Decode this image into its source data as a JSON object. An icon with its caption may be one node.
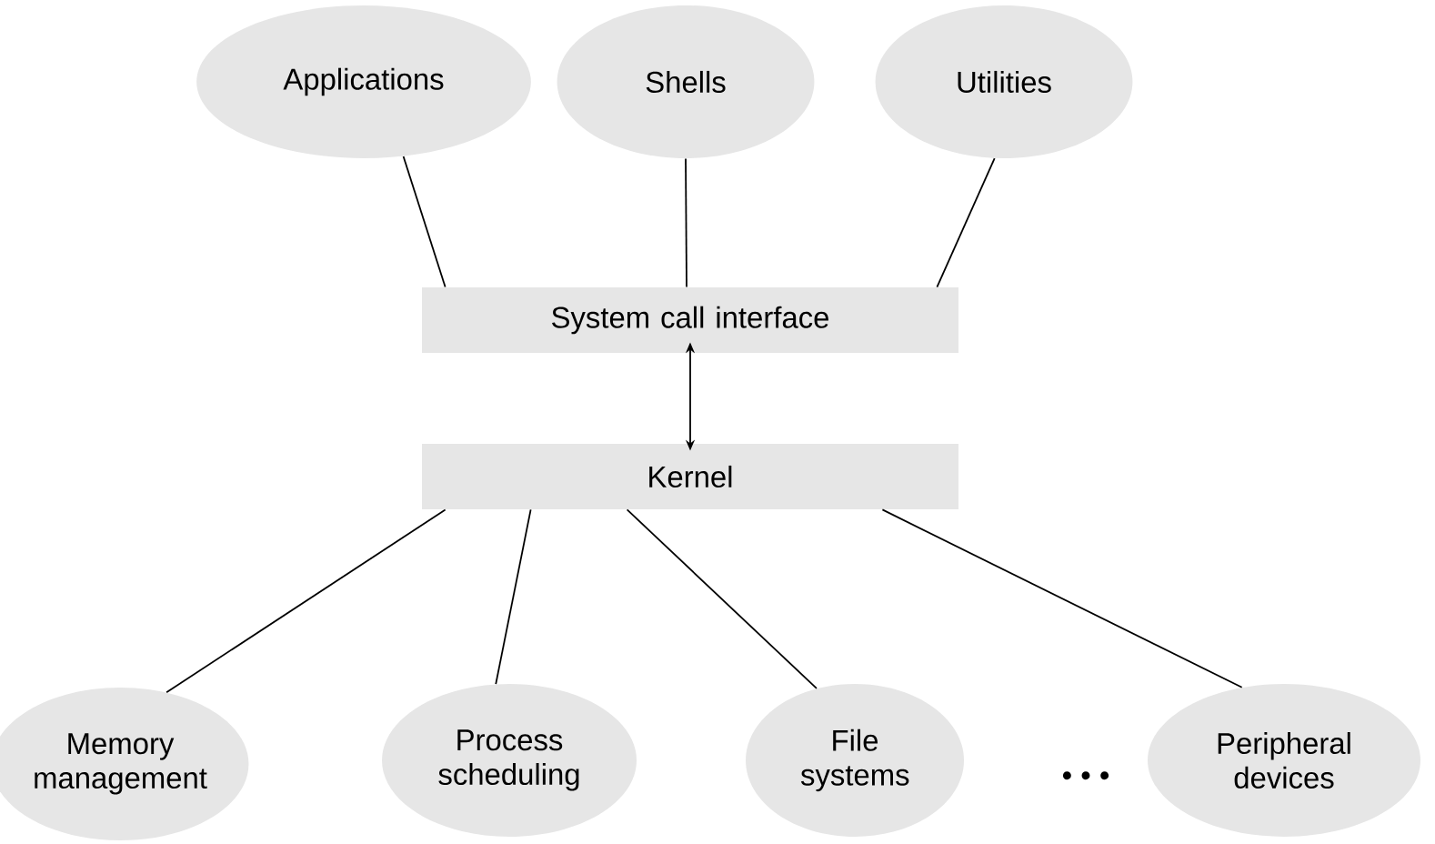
{
  "diagram": {
    "nodes": [
      {
        "text": [
          "Applications"
        ]
      },
      {
        "text": [
          "Shells"
        ]
      },
      {
        "text": [
          "Utilities"
        ]
      },
      {
        "text": [
          "System call interface"
        ]
      },
      {
        "text": [
          "Kernel"
        ]
      },
      {
        "text": [
          "Memory management"
        ]
      },
      {
        "text": [
          "Process scheduling"
        ]
      },
      {
        "text": [
          "File systems"
        ]
      },
      {
        "text": [
          "Peripheral devices"
        ]
      }
    ],
    "edges": [
      {
        "from": 0,
        "to": 3,
        "arrow": "none"
      },
      {
        "from": 1,
        "to": 3,
        "arrow": "none"
      },
      {
        "from": 2,
        "to": 3,
        "arrow": "none"
      },
      {
        "from": 3,
        "to": 4,
        "arrow": "both"
      },
      {
        "from": 4,
        "to": 5,
        "arrow": "none"
      },
      {
        "from": 4,
        "to": 6,
        "arrow": "none"
      },
      {
        "from": 4,
        "to": 7,
        "arrow": "none"
      },
      {
        "from": 4,
        "to": 8,
        "arrow": "none"
      }
    ],
    "labels": [
      "• • •"
    ]
  }
}
